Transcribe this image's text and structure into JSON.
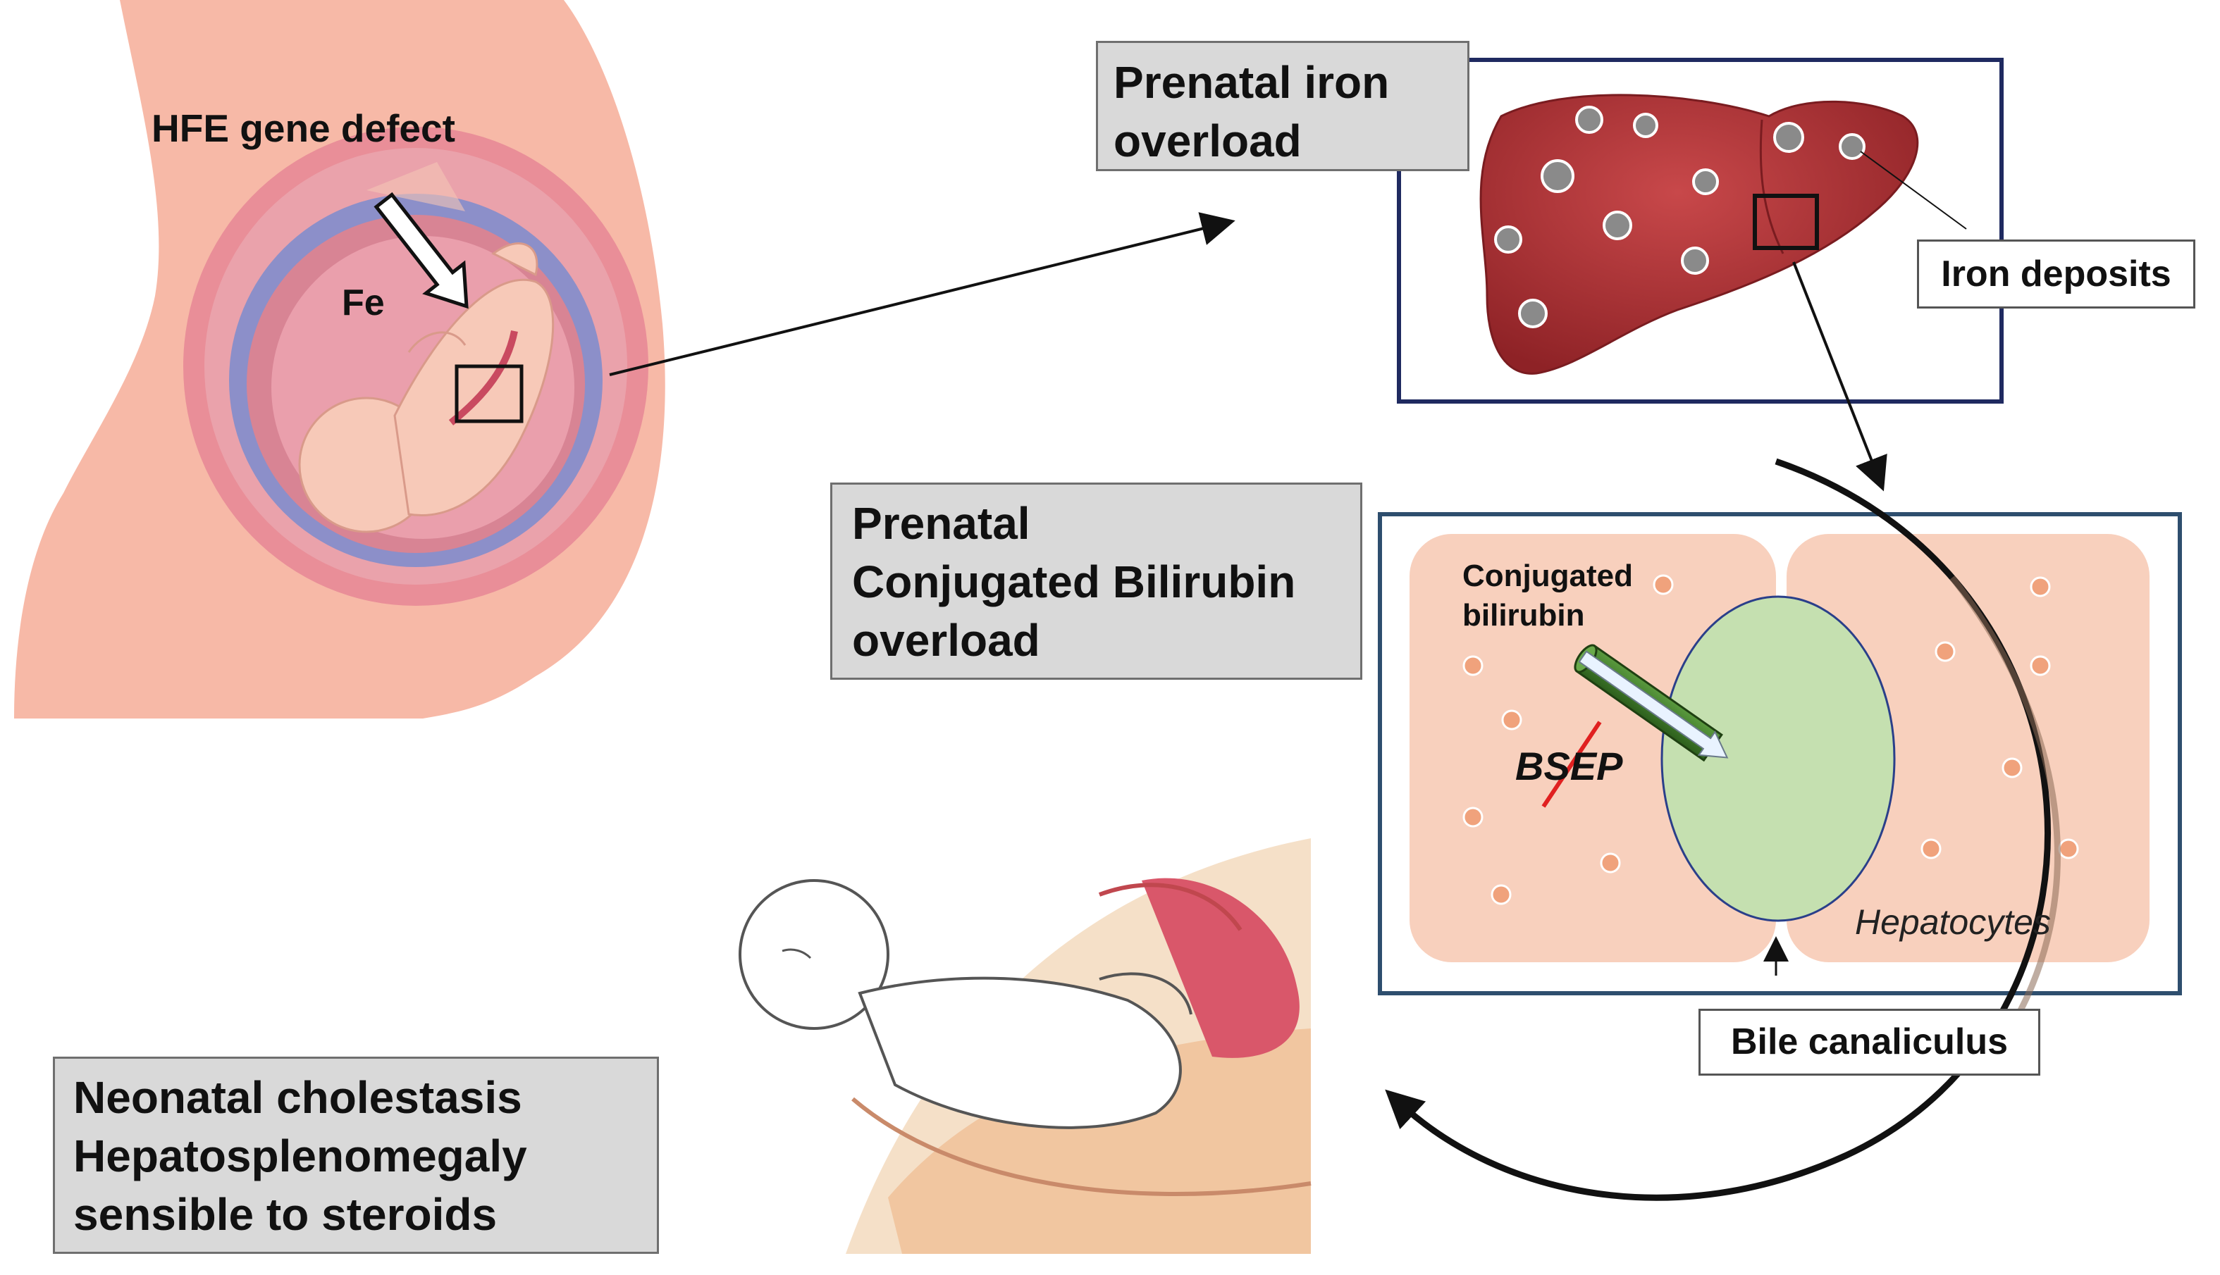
{
  "labels": {
    "hfe_defect": "HFE gene defect",
    "fe": "Fe",
    "prenatal_iron": [
      "Prenatal iron",
      "overload"
    ],
    "iron_deposits": "Iron deposits",
    "prenatal_bilirubin": [
      "Prenatal",
      "Conjugated Bilirubin",
      "overload"
    ],
    "conjugated_bilirubin": [
      "Conjugated",
      "bilirubin"
    ],
    "bsep": "BSEP",
    "hepatocytes": "Hepatocytes",
    "bile_canaliculus": "Bile canaliculus",
    "neonatal": [
      "Neonatal cholestasis",
      "Hepatosplenomegaly",
      "sensible to steroids"
    ]
  },
  "colors": {
    "skin": "#f6b8a6",
    "uterus": "#e8a0a8",
    "amnion": "#8f8fc6",
    "liver": "#b3363a",
    "iron_deposit": "#8a8a8a",
    "hepatocyte": "#f8d0bd",
    "canaliculus": "#c5e0b0",
    "transporter": "#3f7b2c",
    "frame_navy": "#1f2a60",
    "frame_steel": "#2e4e6e",
    "bsep_strike": "#e02020"
  },
  "icons": [
    "pregnant-woman-illustration",
    "fetus-illustration",
    "liver-illustration",
    "newborn-illustration",
    "transporter-icon"
  ]
}
